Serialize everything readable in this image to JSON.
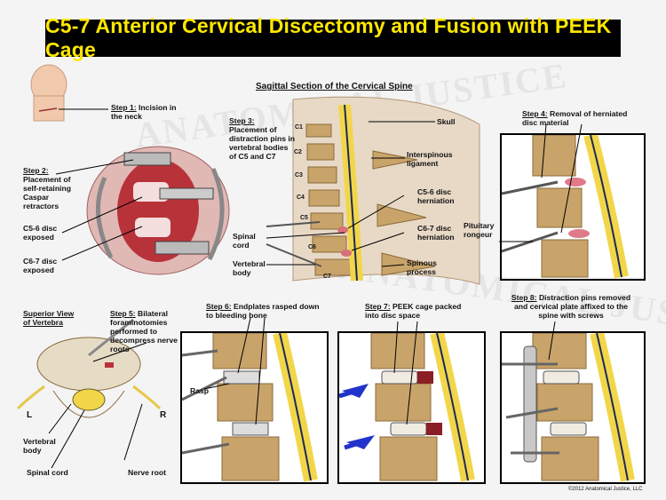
{
  "title": "C5-7 Anterior Cervical Discectomy and Fusion with PEEK Cage",
  "watermark": "ANATOMICAL JUSTICE",
  "sagittal_heading": "Sagittal Section of the Cervical Spine",
  "steps": {
    "step1": {
      "num": "Step 1:",
      "text": "Incision in the neck"
    },
    "step2": {
      "num": "Step 2:",
      "text": "Placement of self-retaining Caspar retractors"
    },
    "step3": {
      "num": "Step 3:",
      "text": "Placement of distraction pins in vertebral bodies of C5 and C7"
    },
    "step4": {
      "num": "Step 4:",
      "text": "Removal of herniated disc material"
    },
    "step5": {
      "num": "Step 5:",
      "text": "Bilateral foraminotomies performed to decompress nerve roots"
    },
    "step6": {
      "num": "Step 6:",
      "text": "Endplates rasped down to bleeding bone"
    },
    "step7": {
      "num": "Step 7:",
      "text": "PEEK cage packed into disc space"
    },
    "step8": {
      "num": "Step 8:",
      "text": "Distraction pins removed and cervical plate affixed to the spine with screws"
    }
  },
  "labels": {
    "c56_exposed": "C5-6 disc exposed",
    "c67_exposed": "C6-7 disc exposed",
    "spinal_cord": "Spinal cord",
    "vertebral_body": "Vertebral body",
    "skull": "Skull",
    "interspinous": "Interspinous ligament",
    "c56_herniation": "C5-6 disc herniation",
    "c67_herniation": "C6-7 disc herniation",
    "spinous": "Spinous process",
    "pituitary": "Pituitary rongeur",
    "superior_view": "Superior View of Vertebra",
    "left": "L",
    "right": "R",
    "vertebral_body_2": "Vertebral body",
    "spinal_cord_2": "Spinal cord",
    "nerve_root": "Nerve root",
    "rasp": "Rasp"
  },
  "vertebra_levels": [
    "C1",
    "C2",
    "C3",
    "C4",
    "C5",
    "C6",
    "C7"
  ],
  "copyright": "©2012 Anatomical Justice, LLC",
  "colors": {
    "title_bg": "#000000",
    "title_text": "#ffe800",
    "bone": "#c9a46a",
    "disc": "#e8e4dc",
    "cord": "#f2d64a",
    "tissue_red": "#b8323a",
    "arrow_blue": "#2233cc"
  }
}
